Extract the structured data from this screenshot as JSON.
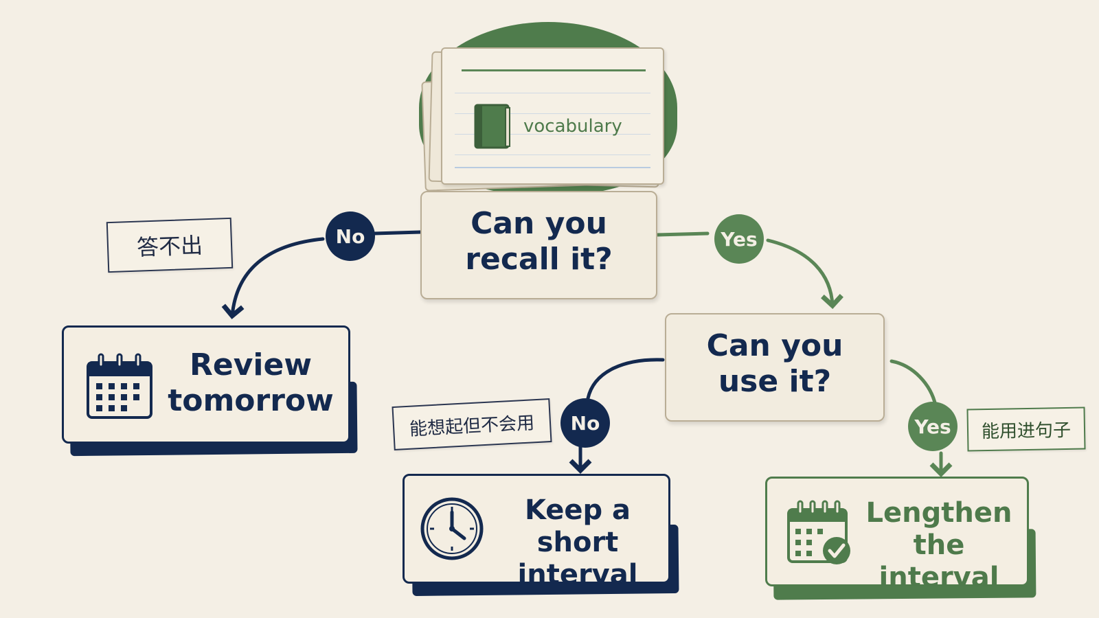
{
  "deck": {
    "card_label": "vocabulary",
    "icon": "book-icon"
  },
  "q1": {
    "text": "Can you\nrecall it?"
  },
  "q2": {
    "text": "Can you\nuse it?"
  },
  "branches": {
    "q1_no": {
      "badge": "No",
      "note": "答不出"
    },
    "q1_yes": {
      "badge": "Yes"
    },
    "q2_no": {
      "badge": "No",
      "note": "能想起但不会用"
    },
    "q2_yes": {
      "badge": "Yes",
      "note": "能用进句子"
    }
  },
  "results": {
    "review": {
      "text": "Review\ntomorrow",
      "icon": "calendar-icon"
    },
    "short": {
      "text": "Keep a short\ninterval",
      "icon": "clock-icon"
    },
    "lengthen": {
      "text": "Lengthen\nthe interval",
      "icon": "calendar-check-icon"
    }
  },
  "colors": {
    "navy": "#13294f",
    "green": "#4e7a4b",
    "background": "#f4efe5"
  }
}
